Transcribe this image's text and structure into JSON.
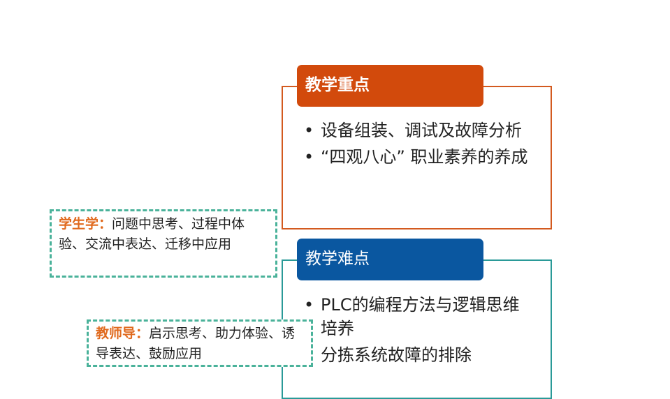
{
  "key_points": {
    "title": "教学重点",
    "items": [
      "设备组装、调试及故障分析",
      "“四观八心” 职业素养的养成"
    ]
  },
  "difficulties": {
    "title": "教学难点",
    "items": [
      "PLC的编程方法与逻辑思维培养",
      "分拣系统故障的排除"
    ]
  },
  "student_note": {
    "role": "学生学：",
    "text": "问题中思考、过程中体验、交流中表达、迁移中应用"
  },
  "teacher_note": {
    "role": "教师导：",
    "text": "启示思考、助力体验、诱导表达、鼓励应用"
  },
  "colors": {
    "key_tab": "#d24a0c",
    "key_border": "#d35a1f",
    "diff_tab": "#0a57a0",
    "diff_border": "#2a9a98",
    "note_border": "#4ab29a",
    "role_text": "#e06a1e"
  }
}
